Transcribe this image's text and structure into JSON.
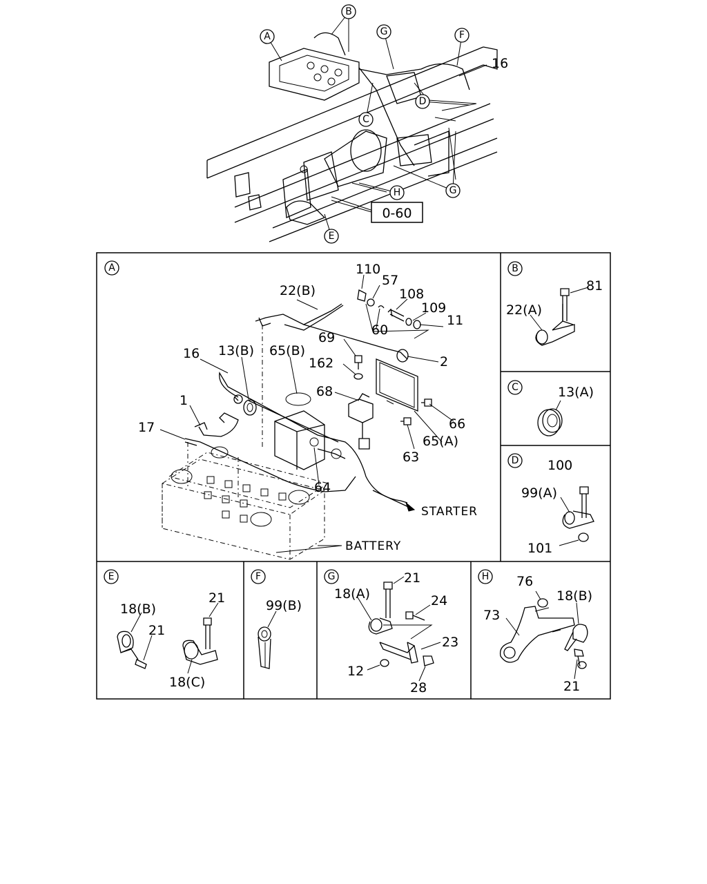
{
  "overview": {
    "ref_box": "0-60",
    "part_16": "16",
    "callouts": [
      "A",
      "B",
      "G",
      "F",
      "C",
      "D",
      "H",
      "G",
      "E"
    ]
  },
  "panel_a": {
    "letter": "A",
    "labels": {
      "p110": "110",
      "p57": "57",
      "p108": "108",
      "p109": "109",
      "p11": "11",
      "p22b": "22(B)",
      "p60": "60",
      "p69": "69",
      "p2": "2",
      "p162": "162",
      "p16": "16",
      "p13b": "13(B)",
      "p65b": "65(B)",
      "p68": "68",
      "p66": "66",
      "p1": "1",
      "p17": "17",
      "p63": "63",
      "p65a": "65(A)",
      "p64": "64"
    },
    "starter": "STARTER",
    "battery": "BATTERY"
  },
  "panel_b": {
    "letter": "B",
    "p81": "81",
    "p22a": "22(A)"
  },
  "panel_c": {
    "letter": "C",
    "p13a": "13(A)"
  },
  "panel_d": {
    "letter": "D",
    "p100": "100",
    "p99a": "99(A)",
    "p101": "101"
  },
  "panel_e": {
    "letter": "E",
    "p21a": "21",
    "p18b": "18(B)",
    "p21b": "21",
    "p18c": "18(C)"
  },
  "panel_f": {
    "letter": "F",
    "p99b": "99(B)"
  },
  "panel_g": {
    "letter": "G",
    "p21": "21",
    "p18a": "18(A)",
    "p24": "24",
    "p23": "23",
    "p12": "12",
    "p28": "28"
  },
  "panel_h": {
    "letter": "H",
    "p76": "76",
    "p18b": "18(B)",
    "p73": "73",
    "p21": "21"
  }
}
